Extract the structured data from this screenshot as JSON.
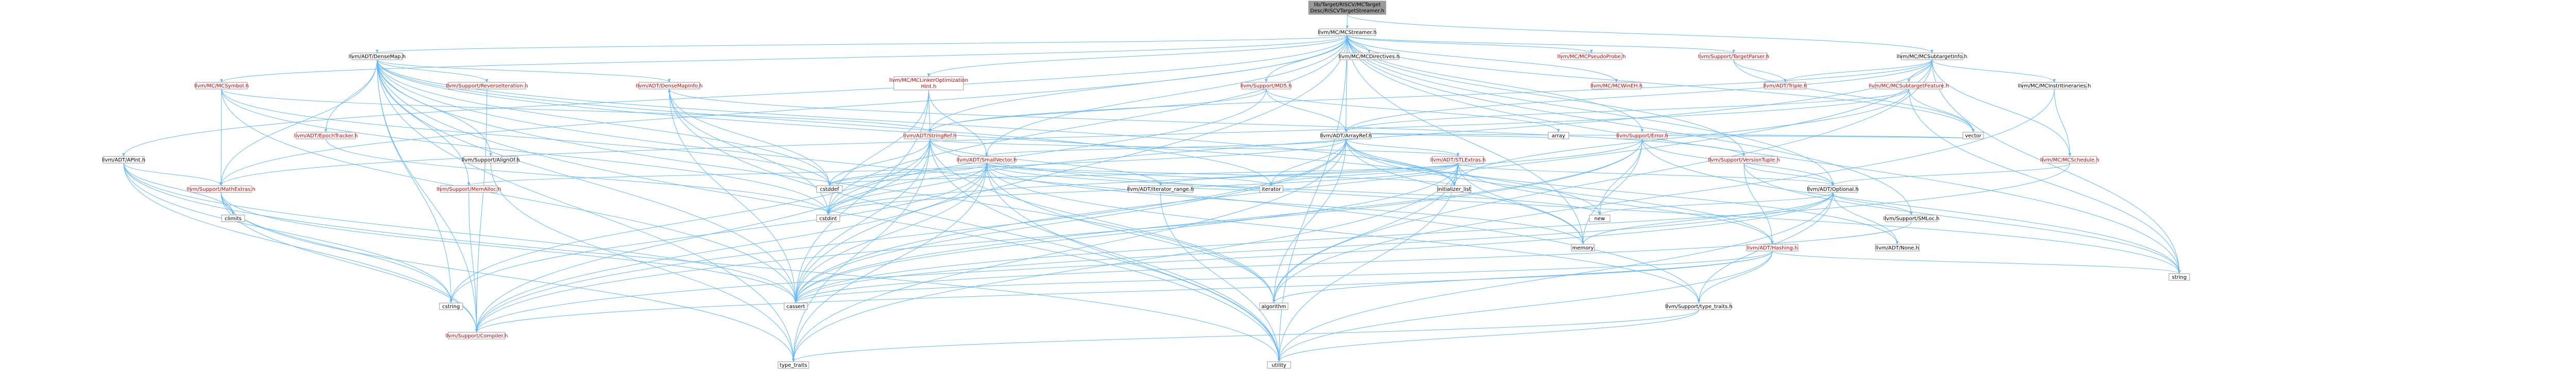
{
  "diagram": {
    "root": {
      "id": "root",
      "lines": [
        "lib/Target/RISCV/MCTarget",
        "Desc/RISCVTargetStreamer.h"
      ]
    },
    "nodes": [
      {
        "id": "mcstreamer",
        "label": "llvm/MC/MCStreamer.h"
      },
      {
        "id": "densemap",
        "label": "llvm/ADT/DenseMap.h"
      },
      {
        "id": "mcdirectives",
        "label": "llvm/MC/MCDirectives.h"
      },
      {
        "id": "pseudoprobe",
        "label": "llvm/MC/MCPseudoProbe.h"
      },
      {
        "id": "targetparser",
        "label": "llvm/Support/TargetParser.h"
      },
      {
        "id": "subtargetinfo",
        "label": "llvm/MC/MCSubtargetInfo.h"
      },
      {
        "id": "mcsymbol",
        "label": "llvm/MC/MCSymbol.h"
      },
      {
        "id": "reverseiter",
        "label": "llvm/Support/ReverseIteration.h"
      },
      {
        "id": "densemapinfo",
        "label": "llvm/ADT/DenseMapInfo.h"
      },
      {
        "id": "lineopt",
        "lines": [
          "llvm/MC/MCLinkerOptimization",
          "Hint.h"
        ]
      },
      {
        "id": "md5",
        "label": "llvm/Support/MD5.h"
      },
      {
        "id": "mcwinseh",
        "label": "llvm/MC/MCWinEH.h"
      },
      {
        "id": "triple",
        "label": "llvm/ADT/Triple.h"
      },
      {
        "id": "subfeature",
        "label": "llvm/MC/MCSubtargetFeature.h"
      },
      {
        "id": "instrlatency",
        "label": "llvm/MC/MCInstrItineraries.h"
      },
      {
        "id": "epochtracker",
        "label": "llvm/ADT/EpochTracker.h"
      },
      {
        "id": "stringref",
        "label": "llvm/ADT/StringRef.h"
      },
      {
        "id": "arrayref",
        "label": "llvm/ADT/ArrayRef.h"
      },
      {
        "id": "error",
        "label": "llvm/Support/Error.h"
      },
      {
        "id": "apint",
        "label": "llvm/ADT/APInt.h"
      },
      {
        "id": "alignof",
        "label": "llvm/Support/AlignOf.h"
      },
      {
        "id": "smallvector",
        "label": "llvm/ADT/SmallVector.h"
      },
      {
        "id": "stlextras",
        "label": "llvm/ADT/STLExtras.h"
      },
      {
        "id": "versiontuple",
        "label": "llvm/Support/VersionTuple.h"
      },
      {
        "id": "mcschedule",
        "label": "llvm/MC/MCSchedule.h"
      },
      {
        "id": "array",
        "label": "array"
      },
      {
        "id": "vector",
        "label": "vector"
      },
      {
        "id": "mathextras",
        "label": "llvm/Support/MathExtras.h"
      },
      {
        "id": "memalloc",
        "label": "llvm/Support/MemAlloc.h"
      },
      {
        "id": "cstddef",
        "label": "cstddef"
      },
      {
        "id": "iterator",
        "label": "iterator"
      },
      {
        "id": "iterrange",
        "label": "llvm/ADT/iterator_range.h"
      },
      {
        "id": "initlist",
        "label": "initializer_list"
      },
      {
        "id": "optional",
        "label": "llvm/ADT/Optional.h"
      },
      {
        "id": "smloc",
        "label": "llvm/Support/SMLoc.h"
      },
      {
        "id": "climits",
        "label": "climits"
      },
      {
        "id": "cstdint",
        "label": "cstdint"
      },
      {
        "id": "new",
        "label": "new"
      },
      {
        "id": "memory",
        "label": "memory"
      },
      {
        "id": "hashing",
        "label": "llvm/ADT/Hashing.h"
      },
      {
        "id": "none",
        "label": "llvm/ADT/None.h"
      },
      {
        "id": "string",
        "label": "string"
      },
      {
        "id": "cstring",
        "label": "cstring"
      },
      {
        "id": "cassert",
        "label": "cassert"
      },
      {
        "id": "algorithm",
        "label": "algorithm"
      },
      {
        "id": "typetraitsh",
        "label": "llvm/Support/type_traits.h"
      },
      {
        "id": "compiler",
        "label": "llvm/Support/Compiler.h"
      },
      {
        "id": "typetraits",
        "label": "type_traits"
      },
      {
        "id": "utility",
        "label": "utility"
      }
    ],
    "edges": [
      [
        "root",
        "mcstreamer"
      ],
      [
        "root",
        "subtargetinfo"
      ],
      [
        "mcstreamer",
        "densemap"
      ],
      [
        "mcstreamer",
        "mcdirectives"
      ],
      [
        "mcstreamer",
        "pseudoprobe"
      ],
      [
        "mcstreamer",
        "targetparser"
      ],
      [
        "mcstreamer",
        "lineopt"
      ],
      [
        "mcstreamer",
        "md5"
      ],
      [
        "mcstreamer",
        "mcwinseh"
      ],
      [
        "mcstreamer",
        "apint"
      ],
      [
        "mcstreamer",
        "arrayref"
      ],
      [
        "mcstreamer",
        "error"
      ],
      [
        "mcstreamer",
        "smallvector"
      ],
      [
        "mcstreamer",
        "stringref"
      ],
      [
        "mcstreamer",
        "versiontuple"
      ],
      [
        "mcstreamer",
        "mathextras"
      ],
      [
        "mcstreamer",
        "smloc"
      ],
      [
        "mcstreamer",
        "optional"
      ],
      [
        "mcstreamer",
        "mcsymbol"
      ],
      [
        "mcstreamer",
        "cassert"
      ],
      [
        "mcstreamer",
        "cstdint"
      ],
      [
        "mcstreamer",
        "memory"
      ],
      [
        "mcstreamer",
        "string"
      ],
      [
        "mcstreamer",
        "utility"
      ],
      [
        "mcstreamer",
        "vector"
      ],
      [
        "mcstreamer",
        "type_traits_dummy"
      ],
      [
        "densemap",
        "densemapinfo"
      ],
      [
        "densemap",
        "epochtracker"
      ],
      [
        "densemap",
        "alignof"
      ],
      [
        "densemap",
        "compiler"
      ],
      [
        "densemap",
        "mathextras"
      ],
      [
        "densemap",
        "memalloc"
      ],
      [
        "densemap",
        "reverseiter"
      ],
      [
        "densemap",
        "typetraitsh"
      ],
      [
        "densemap",
        "algorithm"
      ],
      [
        "densemap",
        "cassert"
      ],
      [
        "densemap",
        "cstddef"
      ],
      [
        "densemap",
        "cstring"
      ],
      [
        "densemap",
        "initlist"
      ],
      [
        "densemap",
        "iterator"
      ],
      [
        "densemap",
        "new"
      ],
      [
        "densemap",
        "typetraits"
      ],
      [
        "densemap",
        "utility"
      ],
      [
        "densemapinfo",
        "cassert"
      ],
      [
        "densemapinfo",
        "cstddef"
      ],
      [
        "densemapinfo",
        "cstdint"
      ],
      [
        "densemapinfo",
        "utility"
      ],
      [
        "densemapinfo",
        "tuple_dummy"
      ],
      [
        "mcsymbol",
        "stringref"
      ],
      [
        "mcsymbol",
        "mathextras"
      ],
      [
        "mcsymbol",
        "cassert"
      ],
      [
        "mcsymbol",
        "cstddef"
      ],
      [
        "mcsymbol",
        "cstdint"
      ],
      [
        "epochtracker",
        "cstdint"
      ],
      [
        "lineopt",
        "smallvector"
      ],
      [
        "lineopt",
        "stringref"
      ],
      [
        "lineopt",
        "cassert"
      ],
      [
        "lineopt",
        "cstdint"
      ],
      [
        "md5",
        "stringref"
      ],
      [
        "md5",
        "arrayref"
      ],
      [
        "md5",
        "array"
      ],
      [
        "md5",
        "cstdint"
      ],
      [
        "targetparser",
        "triple"
      ],
      [
        "targetparser",
        "vector"
      ],
      [
        "subtargetinfo",
        "arrayref"
      ],
      [
        "subtargetinfo",
        "stringref"
      ],
      [
        "subtargetinfo",
        "triple"
      ],
      [
        "subtargetinfo",
        "subfeature"
      ],
      [
        "subtargetinfo",
        "instrlatency"
      ],
      [
        "subtargetinfo",
        "mcschedule"
      ],
      [
        "subtargetinfo",
        "algorithm"
      ],
      [
        "subtargetinfo",
        "cassert"
      ],
      [
        "subtargetinfo",
        "cstdint"
      ],
      [
        "subtargetinfo",
        "string"
      ],
      [
        "subfeature",
        "arrayref"
      ],
      [
        "subfeature",
        "mathextras"
      ],
      [
        "subfeature",
        "bitset_dummy"
      ],
      [
        "subfeature",
        "initlist"
      ],
      [
        "subfeature",
        "string"
      ],
      [
        "subfeature",
        "vector"
      ],
      [
        "instrlatency",
        "mcschedule"
      ],
      [
        "instrlatency",
        "algorithm"
      ],
      [
        "mcschedule",
        "optional"
      ],
      [
        "mcschedule",
        "cassert"
      ],
      [
        "stringref",
        "stlextras"
      ],
      [
        "stringref",
        "iterrange"
      ],
      [
        "stringref",
        "compiler"
      ],
      [
        "stringref",
        "algorithm"
      ],
      [
        "stringref",
        "cassert"
      ],
      [
        "stringref",
        "cstddef"
      ],
      [
        "stringref",
        "cstring"
      ],
      [
        "stringref",
        "limits_dummy"
      ],
      [
        "stringref",
        "string"
      ],
      [
        "stringref",
        "typetraits"
      ],
      [
        "stringref",
        "utility"
      ],
      [
        "arrayref",
        "hashing"
      ],
      [
        "arrayref",
        "none"
      ],
      [
        "arrayref",
        "smallvector"
      ],
      [
        "arrayref",
        "stlextras"
      ],
      [
        "arrayref",
        "compiler"
      ],
      [
        "arrayref",
        "algorithm"
      ],
      [
        "arrayref",
        "array"
      ],
      [
        "arrayref",
        "cassert"
      ],
      [
        "arrayref",
        "cstddef"
      ],
      [
        "arrayref",
        "initlist"
      ],
      [
        "arrayref",
        "iterator"
      ],
      [
        "arrayref",
        "memory"
      ],
      [
        "arrayref",
        "typetraits"
      ],
      [
        "arrayref",
        "vector"
      ],
      [
        "error",
        "stringextras_dummy"
      ],
      [
        "error",
        "twine_dummy"
      ],
      [
        "error",
        "abi_dummy"
      ],
      [
        "error",
        "compiler"
      ],
      [
        "error",
        "cassert"
      ],
      [
        "error",
        "cstdint"
      ],
      [
        "error",
        "memory"
      ],
      [
        "error",
        "new"
      ],
      [
        "error",
        "string"
      ],
      [
        "error",
        "vector"
      ],
      [
        "error",
        "optional"
      ],
      [
        "apint",
        "mathextras"
      ],
      [
        "apint",
        "compiler"
      ],
      [
        "apint",
        "cassert"
      ],
      [
        "apint",
        "climits"
      ],
      [
        "apint",
        "cstring"
      ],
      [
        "apint",
        "utility"
      ],
      [
        "smallvector",
        "compiler"
      ],
      [
        "smallvector",
        "typetraitsh"
      ],
      [
        "smallvector",
        "algorithm"
      ],
      [
        "smallvector",
        "cassert"
      ],
      [
        "smallvector",
        "cstddef"
      ],
      [
        "smallvector",
        "cstdint"
      ],
      [
        "smallvector",
        "cstring"
      ],
      [
        "smallvector",
        "functional_dummy"
      ],
      [
        "smallvector",
        "initlist"
      ],
      [
        "smallvector",
        "iterator"
      ],
      [
        "smallvector",
        "memory"
      ],
      [
        "smallvector",
        "new"
      ],
      [
        "smallvector",
        "typetraits"
      ],
      [
        "smallvector",
        "utility"
      ],
      [
        "smallvector",
        "memalloc"
      ],
      [
        "stlextras",
        "iterrange"
      ],
      [
        "stlextras",
        "optional"
      ],
      [
        "stlextras",
        "hashing"
      ],
      [
        "stlextras",
        "algorithm"
      ],
      [
        "stlextras",
        "cassert"
      ],
      [
        "stlextras",
        "cstddef"
      ],
      [
        "stlextras",
        "cstdint"
      ],
      [
        "stlextras",
        "initlist"
      ],
      [
        "stlextras",
        "iterator"
      ],
      [
        "stlextras",
        "memory"
      ],
      [
        "stlextras",
        "typetraits"
      ],
      [
        "stlextras",
        "utility"
      ],
      [
        "versiontuple",
        "densemapinfo"
      ],
      [
        "versiontuple",
        "hashing"
      ],
      [
        "versiontuple",
        "optional"
      ],
      [
        "versiontuple",
        "string"
      ],
      [
        "mathextras",
        "compiler"
      ],
      [
        "mathextras",
        "cassert"
      ],
      [
        "mathextras",
        "climits"
      ],
      [
        "mathextras",
        "cstring"
      ],
      [
        "mathextras",
        "limits_dummy"
      ],
      [
        "mathextras",
        "typetraits"
      ],
      [
        "memalloc",
        "compiler"
      ],
      [
        "alignof",
        "typetraits"
      ],
      [
        "optional",
        "none"
      ],
      [
        "optional",
        "compiler"
      ],
      [
        "optional",
        "typetraitsh"
      ],
      [
        "optional",
        "cassert"
      ],
      [
        "optional",
        "memory"
      ],
      [
        "optional",
        "new"
      ],
      [
        "optional",
        "utility"
      ],
      [
        "hashing",
        "compiler"
      ],
      [
        "hashing",
        "typetraitsh"
      ],
      [
        "hashing",
        "algorithm"
      ],
      [
        "hashing",
        "cassert"
      ],
      [
        "hashing",
        "string"
      ],
      [
        "hashing",
        "utility"
      ],
      [
        "hashing",
        "tuple_dummy"
      ],
      [
        "smloc",
        "cassert"
      ],
      [
        "smloc",
        "optional"
      ],
      [
        "iterrange",
        "iterator"
      ],
      [
        "iterrange",
        "utility"
      ],
      [
        "typetraitsh",
        "typetraits"
      ],
      [
        "typetraitsh",
        "utility"
      ],
      [
        "reverseiter",
        "compiler"
      ]
    ]
  }
}
